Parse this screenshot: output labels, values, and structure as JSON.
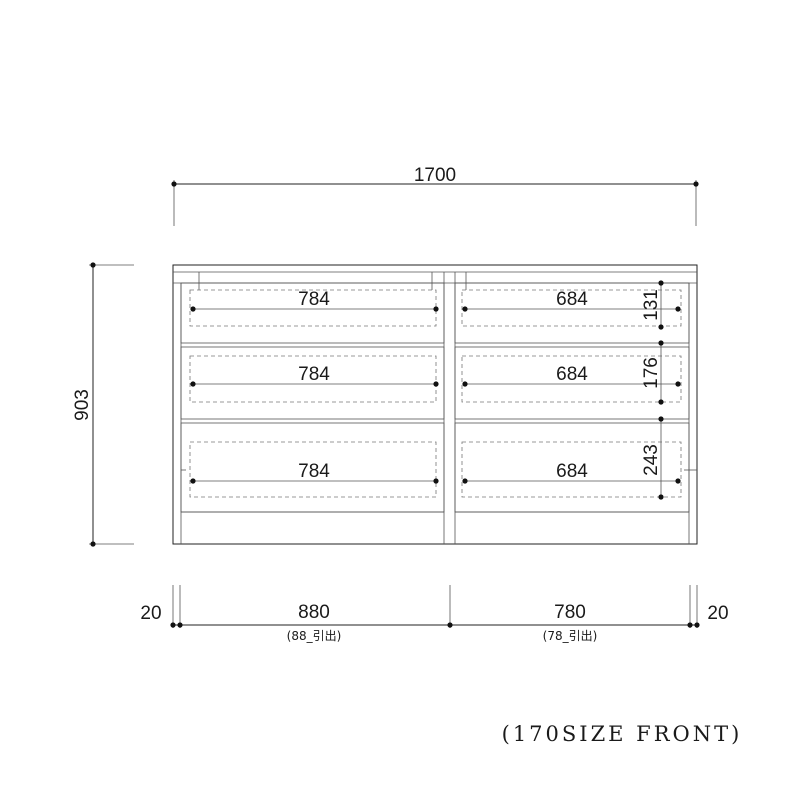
{
  "overall": {
    "width_label": "1700",
    "height_label": "903"
  },
  "left_column": {
    "drawer_widths": [
      "784",
      "784",
      "784"
    ],
    "section_width": "880",
    "drawer_note": "(88_引出)",
    "side_label": "20"
  },
  "right_column": {
    "drawer_widths": [
      "684",
      "684",
      "684"
    ],
    "section_width": "780",
    "drawer_note": "(78_引出)",
    "side_label": "20"
  },
  "drawer_heights": [
    "131",
    "176",
    "243"
  ],
  "caption": "(170SIZE FRONT)"
}
